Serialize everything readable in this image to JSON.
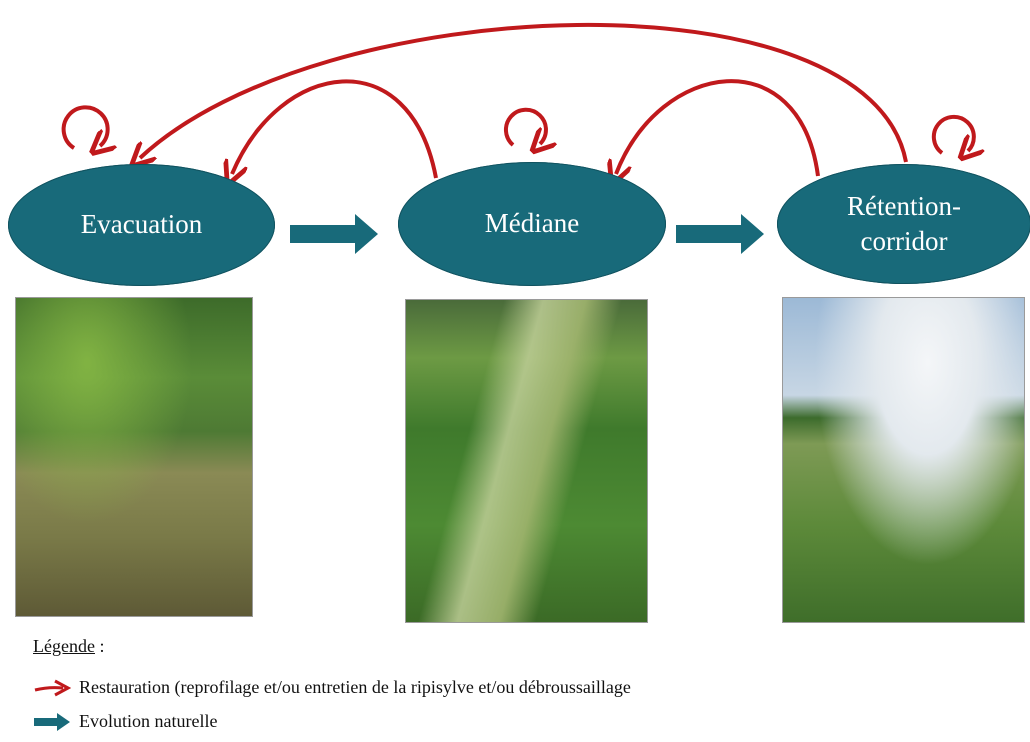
{
  "nodes": {
    "evacuation": "Evacuation",
    "mediane": "Médiane",
    "retention": "Rétention-\ncorridor"
  },
  "legend": {
    "title": "Légende",
    "title_suffix": " :",
    "restoration": "Restauration (reprofilage  et/ou entretien de la ripisylve  et/ou débroussaillage",
    "natural": "Evolution naturelle"
  },
  "colors": {
    "node_fill": "#186a7a",
    "restoration_arrow": "#c0191c",
    "natural_arrow": "#186a7a"
  },
  "icons": {
    "restoration": "red-curved-arrow-icon",
    "natural": "teal-block-arrow-icon"
  }
}
